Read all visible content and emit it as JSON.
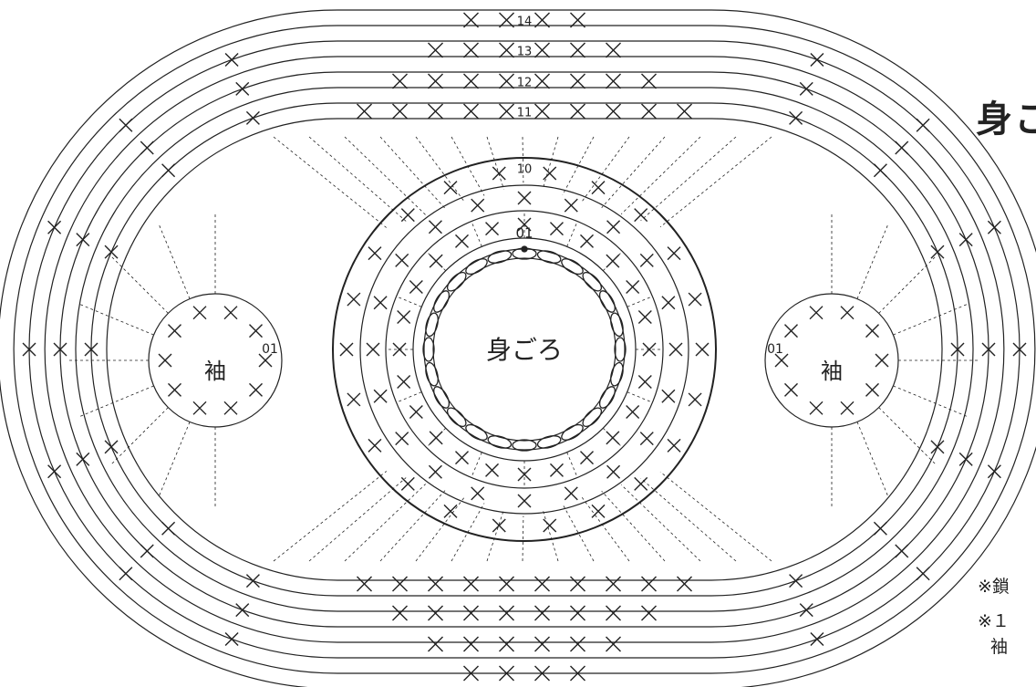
{
  "diagram": {
    "center_label": "身ごろ",
    "sleeve_label": "袖",
    "row_labels": [
      "10",
      "11",
      "12",
      "13",
      "14"
    ],
    "marker_text": "01",
    "stitch_glyph": "X",
    "tall_stitch_glyph": "Ｘ"
  },
  "side_text": {
    "title_fragment": "身こ",
    "note1": "※鎖",
    "note2": "※１",
    "note3": "袖"
  }
}
